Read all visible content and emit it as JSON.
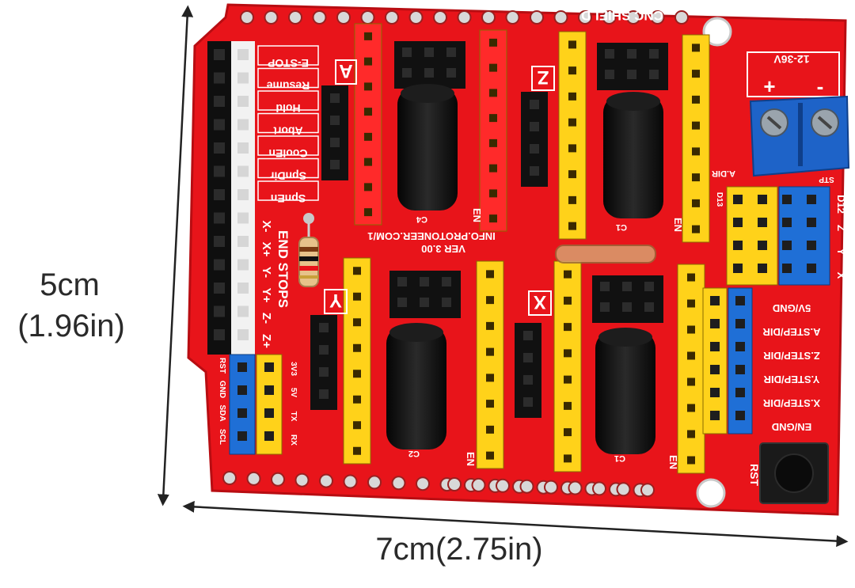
{
  "dimensions": {
    "height_cm": "5cm",
    "height_in": "(1.96in)",
    "width": "7cm(2.75in)"
  },
  "board": {
    "title": "CNC SHIELD",
    "version": "VER 3.00",
    "url": "INFO.PROTONEER.COM/1",
    "power": "12-36V",
    "plus": "+",
    "minus": "-",
    "rst": "RST",
    "axes": [
      "A",
      "Z",
      "Y",
      "X"
    ],
    "control_pins": [
      "E-STOP",
      "Resume",
      "Hold",
      "Abort",
      "CoolEn",
      "SpnDir",
      "SpnEn"
    ],
    "end_stops_title": "END STOPS",
    "end_stops": [
      "X-",
      "X+",
      "Y-",
      "Y+",
      "Z-",
      "Z+"
    ],
    "right_labels": [
      "5V/GND",
      "A.STEP/DIR",
      "Z.STEP/DIR",
      "Y.STEP/DIR",
      "X.STEP/DIR",
      "EN/GND"
    ],
    "i2c_left": [
      "RST",
      "GND",
      "SDA",
      "SCL"
    ],
    "i2c_right": [
      "3V3",
      "5V",
      "TX",
      "RX"
    ],
    "side_right": [
      "D12",
      "Z",
      "Y",
      "X"
    ],
    "d13": "D13",
    "adir": "A.DIR",
    "stp": "STP",
    "cap_labels": [
      "C4",
      "C1",
      "C2",
      "C1"
    ],
    "en": "EN"
  },
  "colors": {
    "board": "#e8141a",
    "board_dark": "#b80d12",
    "silk": "#ffffff",
    "yellow_header": "#ffd21a",
    "red_header": "#ff2a2a",
    "blue_header": "#1f6fd6",
    "terminal": "#1e63c8",
    "capacitor": "#111111"
  }
}
